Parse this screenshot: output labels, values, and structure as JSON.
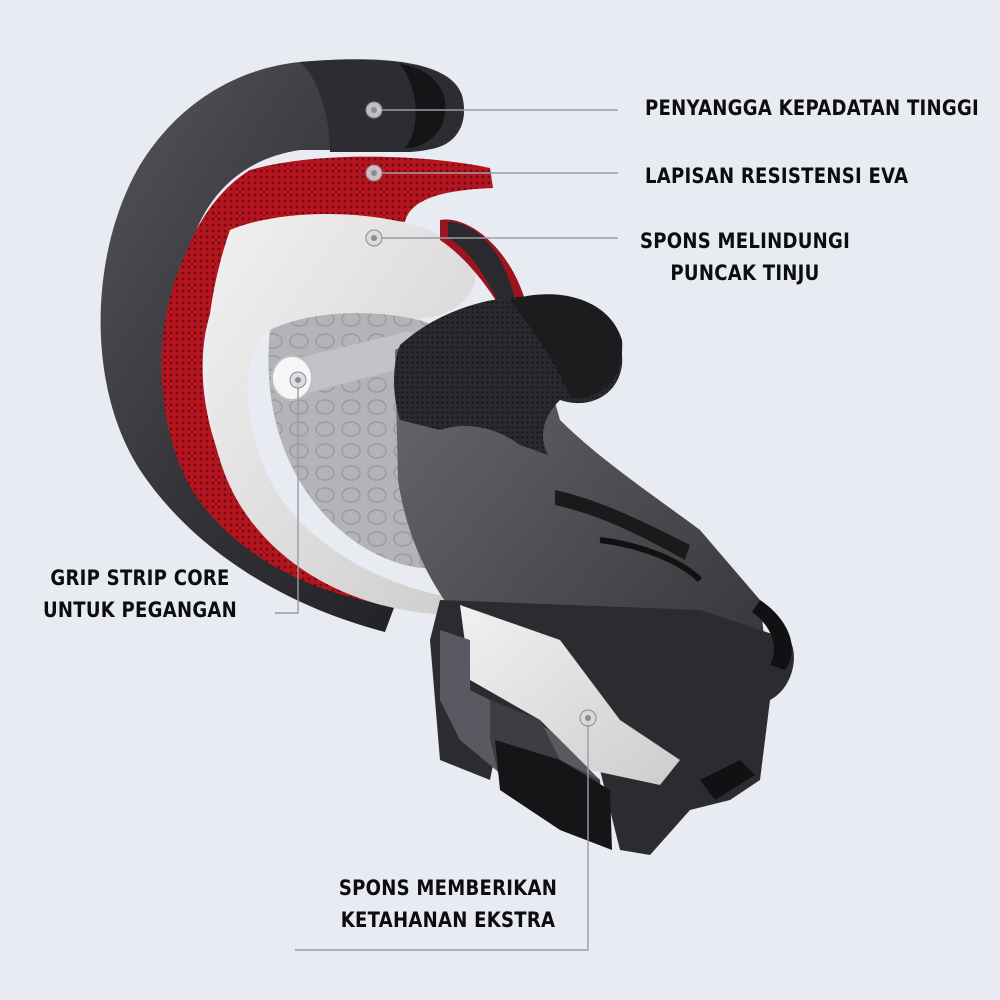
{
  "callouts": {
    "high_density_support": "PENYANGGA KEPADATAN TINGGI",
    "eva_layer": "LAPISAN RESISTENSI EVA",
    "punch_sponge_line1": "SPONS MELINDUNGI",
    "punch_sponge_line2": "PUNCAK TINJU",
    "grip_core_line1": "GRIP STRIP CORE",
    "grip_core_line2": "UNTUK PEGANGAN",
    "extra_sponge_line1": "SPONS MEMBERIKAN",
    "extra_sponge_line2": "KETAHANAN EKSTRA"
  },
  "colors": {
    "background": "#e9ebf3",
    "outer_shell": "#3a3a40",
    "eva_red": "#c21a26",
    "foam_light": "#e4e1e2",
    "foam_grey": "#b9b9bd",
    "leather_dark": "#4a484d",
    "mesh_black": "#1d1d20",
    "leader_line": "#9a9ca6"
  }
}
